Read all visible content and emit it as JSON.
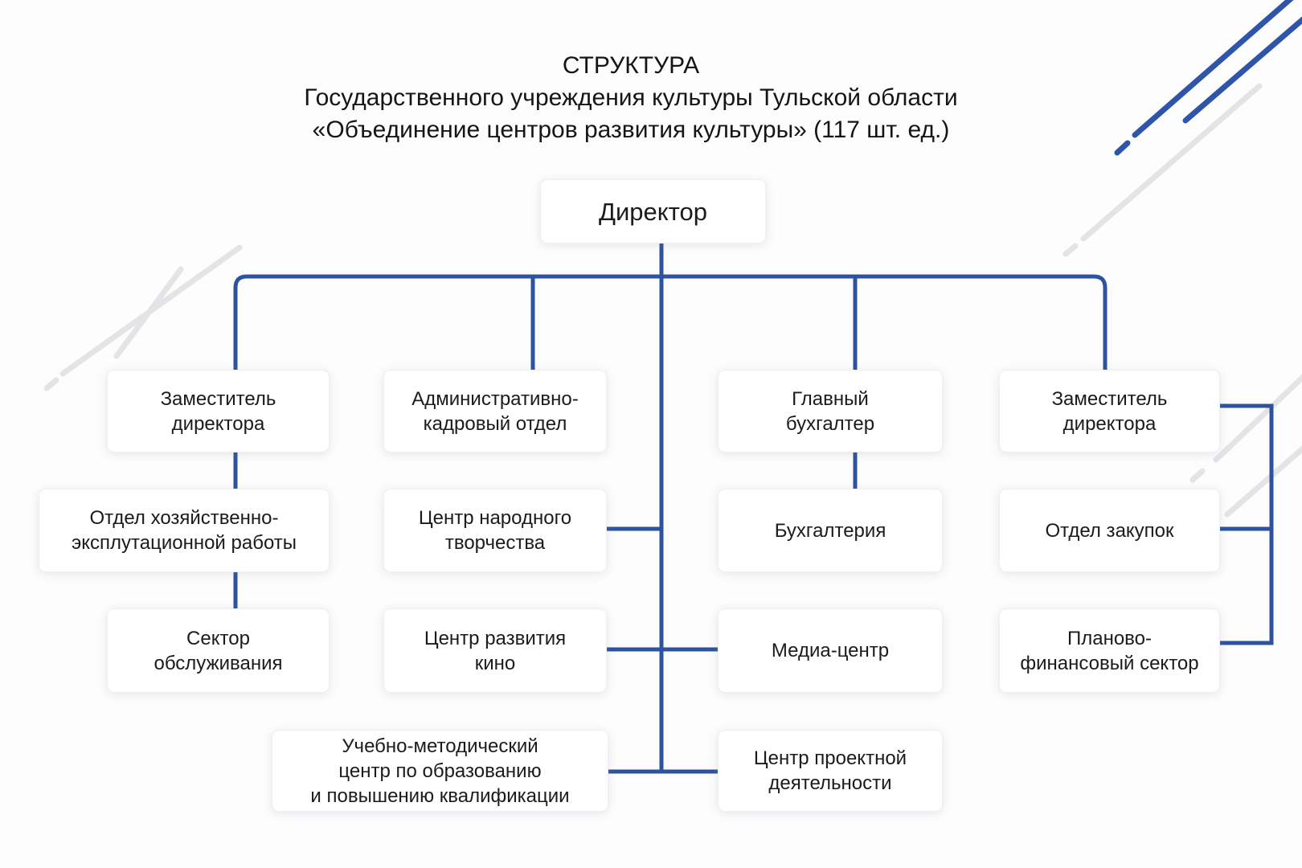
{
  "title": {
    "line1": "СТРУКТУРА",
    "line2": "Государственного учреждения культуры Тульской области",
    "line3": "«Объединение центров развития культуры» (117 шт. ед.)"
  },
  "nodes": {
    "director": {
      "label": "Директор"
    },
    "deputy_left": {
      "label": "Заместитель\nдиректора"
    },
    "household": {
      "label": "Отдел хозяйственно-\nэксплутационной работы"
    },
    "service": {
      "label": "Сектор\nобслуживания"
    },
    "admin_hr": {
      "label": "Административно-\nкадровый отдел"
    },
    "folk_art": {
      "label": "Центр народного\nтворчества"
    },
    "cinema": {
      "label": "Центр развития\nкино"
    },
    "training": {
      "label": "Учебно-методический\nцентр по образованию\nи повышению квалификации"
    },
    "chief_accountant": {
      "label": "Главный\nбухгалтер"
    },
    "accounting": {
      "label": "Бухгалтерия"
    },
    "media": {
      "label": "Медиа-центр"
    },
    "project": {
      "label": "Центр проектной\nдеятельности"
    },
    "deputy_right": {
      "label": "Заместитель\nдиректора"
    },
    "procurement": {
      "label": "Отдел закупок"
    },
    "finance": {
      "label": "Планово-\nфинансовый сектор"
    }
  },
  "colors": {
    "connector": "#2d52a0",
    "decor_blue": "#2e55a8",
    "decor_gray": "#e4e4e6",
    "background": "#fdfdfe",
    "text": "#1b1b1d"
  }
}
